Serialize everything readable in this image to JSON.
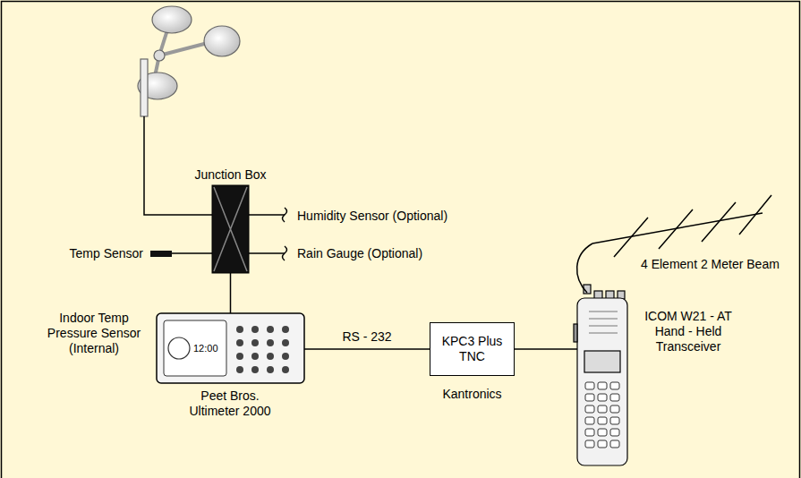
{
  "diagram": {
    "nodes": [
      {
        "text": [
          "Junction Box"
        ]
      },
      {
        "text": [
          "Peet Bros. Ultimeter 2000"
        ]
      },
      {
        "text": [
          "KPC3 Plus TNC",
          "Kantronics"
        ]
      },
      {
        "text": [
          "ICOM W21 - AT Hand - Held Transceiver"
        ]
      }
    ],
    "edges": [
      {
        "from": 0,
        "to": 1,
        "arrow": "none"
      },
      {
        "from": 1,
        "to": 2,
        "label": "RS - 232",
        "arrow": "none"
      },
      {
        "from": 2,
        "to": 3,
        "arrow": "none"
      }
    ],
    "labels": [
      "Humidity Sensor (Optional)",
      "Rain Gauge (Optional)",
      "Temp Sensor",
      "Indoor Temp Pressure Sensor (Internal)",
      "12:00",
      "4 Element 2 Meter Beam"
    ]
  }
}
